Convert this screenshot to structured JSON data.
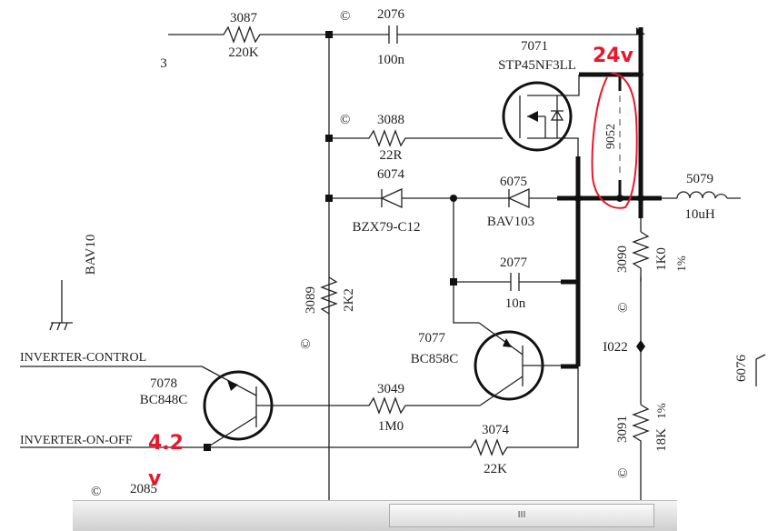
{
  "components": {
    "r3087": {
      "ref": "3087",
      "value": "220K"
    },
    "c2076": {
      "ref": "2076",
      "value": "100n"
    },
    "q7071": {
      "ref": "7071",
      "value": "STP45NF3LL"
    },
    "r3088": {
      "ref": "3088",
      "value": "22R"
    },
    "d6074": {
      "ref": "6074",
      "value": "BZX79-C12"
    },
    "d6075": {
      "ref": "6075",
      "value": "BAV103"
    },
    "j9052": {
      "ref": "9052"
    },
    "l5079": {
      "ref": "5079",
      "value": "10uH"
    },
    "r3090": {
      "ref": "3090",
      "value": "1K0",
      "tol": "1%"
    },
    "c2077": {
      "ref": "2077",
      "value": "10n"
    },
    "r3089": {
      "ref": "3089",
      "value": "2K2"
    },
    "q7077": {
      "ref": "7077",
      "value": "BC858C"
    },
    "q7078": {
      "ref": "7078",
      "value": "BC848C"
    },
    "r3049": {
      "ref": "3049",
      "value": "1M0"
    },
    "r3074": {
      "ref": "3074",
      "value": "22K"
    },
    "r3091": {
      "ref": "3091",
      "value": "18K",
      "tol": "1%"
    },
    "c2085": {
      "ref": "2085"
    },
    "d6076": {
      "ref": "6076"
    }
  },
  "nets": {
    "inverter_control": "INVERTER-CONTROL",
    "inverter_on_off": "INVERTER-ON-OFF",
    "testpoint": "I022"
  },
  "partial_labels": {
    "left_bav": "BAV10",
    "left_digit": "3"
  },
  "copyright_mark": "©",
  "annotations": {
    "voltage_top": "24v",
    "voltage_left": "4.2",
    "voltage_left_unit": "v"
  },
  "scrollbar": {
    "grip": "III"
  }
}
